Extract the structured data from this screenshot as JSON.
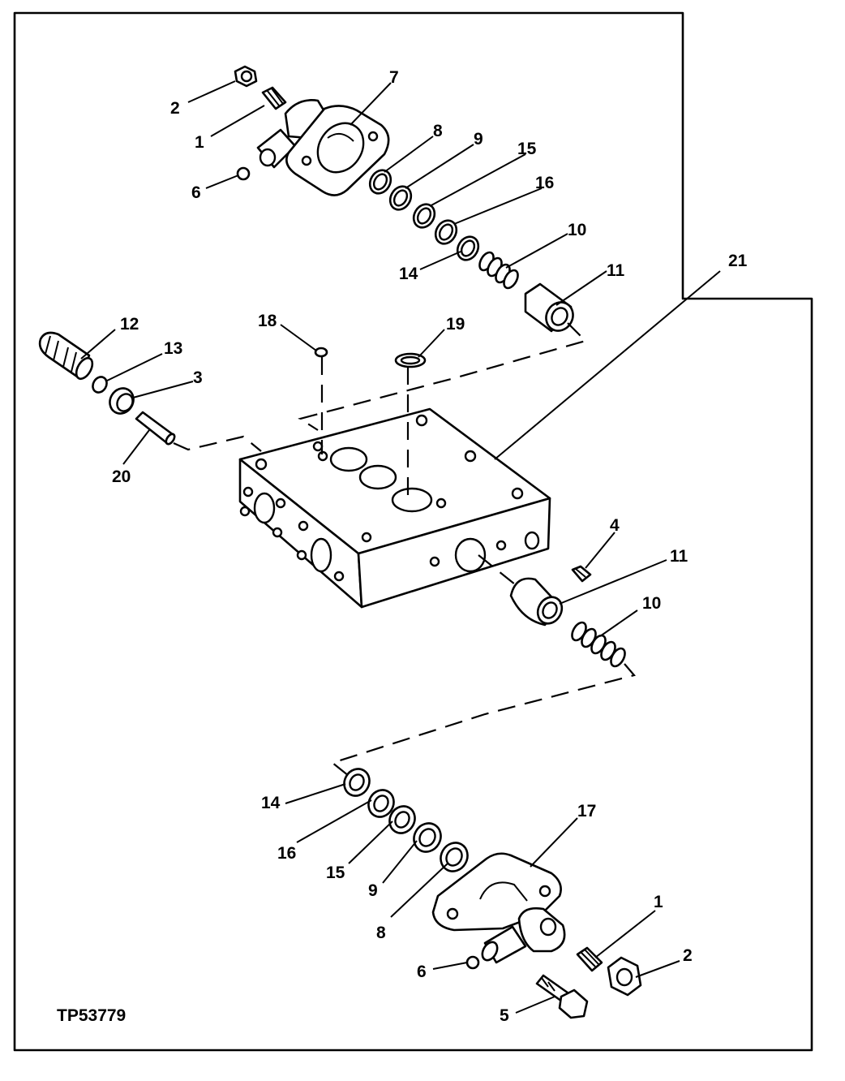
{
  "figure_id": "TP53779",
  "callouts": {
    "c1_top": "1",
    "c2_top": "2",
    "c6_top": "6",
    "c7": "7",
    "c8_top": "8",
    "c9_top": "9",
    "c15_top": "15",
    "c16_top": "16",
    "c10_top": "10",
    "c14_top": "14",
    "c11_top": "11",
    "c21": "21",
    "c12": "12",
    "c13": "13",
    "c3": "3",
    "c20": "20",
    "c18": "18",
    "c19": "19",
    "c4": "4",
    "c11_mid": "11",
    "c10_mid": "10",
    "c14_bot": "14",
    "c16_bot": "16",
    "c15_bot": "15",
    "c9_bot": "9",
    "c8_bot": "8",
    "c17": "17",
    "c1_bot": "1",
    "c2_bot": "2",
    "c6_bot": "6",
    "c5": "5"
  }
}
